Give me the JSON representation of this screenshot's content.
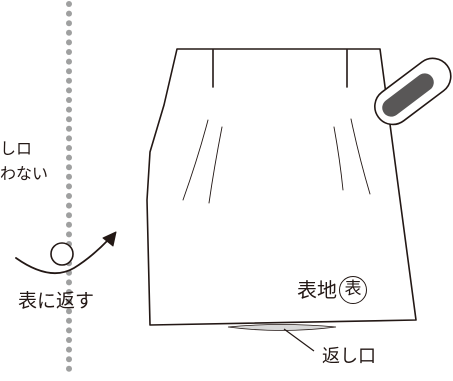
{
  "labels": {
    "left_line1": "しロ",
    "left_line2": "わない",
    "turn_right_side_out": "表に返す",
    "fabric_outer": "表地",
    "fabric_outer_mark": "表",
    "return_opening": "返し口"
  },
  "colors": {
    "line": "#231815",
    "dots": "#9fa0a0",
    "opening_fill": "#d9d9d9",
    "iron_body": "#ffffff",
    "iron_grip": "#595757"
  },
  "icons": {
    "turn": "turn-over-arrow-icon",
    "iron": "iron-icon"
  }
}
